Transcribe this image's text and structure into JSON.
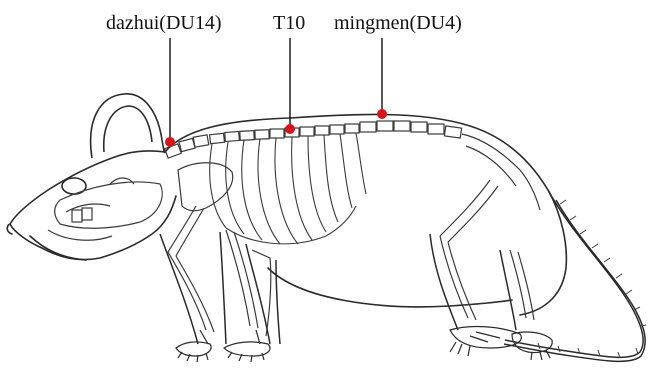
{
  "labels": {
    "dazhui": "dazhui(DU14)",
    "t10": "T10",
    "mingmen": "mingmen(DU4)"
  },
  "colors": {
    "marker": "#d3161b",
    "outline": "#2a2a2a",
    "bone": "#3a3a3a",
    "background": "#ffffff"
  }
}
